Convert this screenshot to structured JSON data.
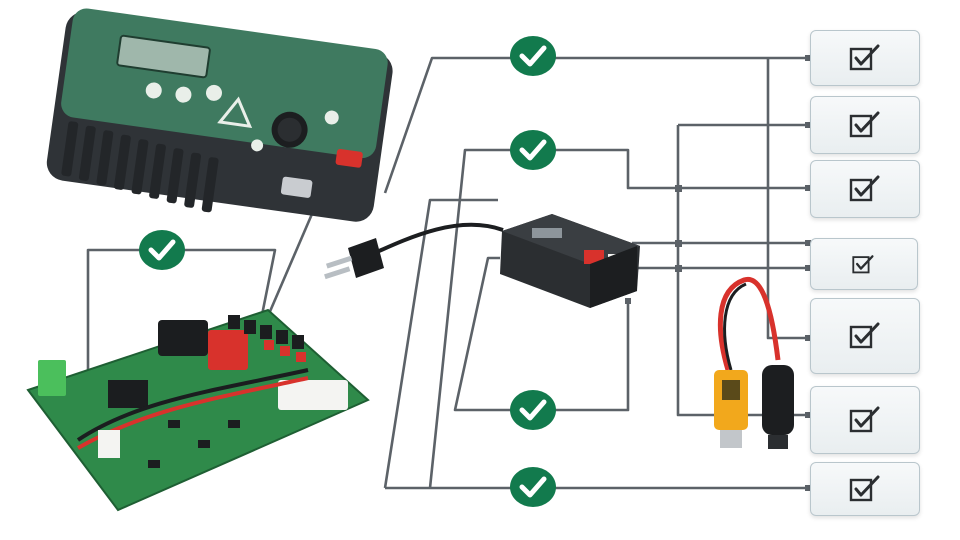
{
  "diagram": {
    "colors": {
      "wire": "#5c6268",
      "check_badge": "#127a4d",
      "check_mark": "#ffffff",
      "card_border": "#b9c6cc",
      "device_green": "#3f7a60",
      "device_case": "#3a3e42",
      "board_green": "#2f8a4a",
      "relay_red": "#d8322c",
      "plug_yellow": "#f2a81c"
    },
    "check_badges": [
      {
        "id": "badge-top",
        "icon": "check-icon"
      },
      {
        "id": "badge-middle",
        "icon": "check-icon"
      },
      {
        "id": "badge-board",
        "icon": "check-icon"
      },
      {
        "id": "badge-lower",
        "icon": "check-icon"
      },
      {
        "id": "badge-bottom",
        "icon": "check-icon"
      }
    ],
    "checklist_items": [
      {
        "checked": true
      },
      {
        "checked": true
      },
      {
        "checked": true
      },
      {
        "checked": true
      },
      {
        "checked": true
      },
      {
        "checked": true
      },
      {
        "checked": true
      }
    ],
    "devices": [
      {
        "id": "handheld-tester",
        "icon": "handheld-tester-icon"
      },
      {
        "id": "control-board",
        "icon": "circuit-board-icon"
      },
      {
        "id": "power-module",
        "icon": "power-module-icon"
      },
      {
        "id": "power-plug",
        "icon": "power-plug-icon"
      },
      {
        "id": "xt-connectors",
        "icon": "xt-connector-icon"
      }
    ]
  }
}
